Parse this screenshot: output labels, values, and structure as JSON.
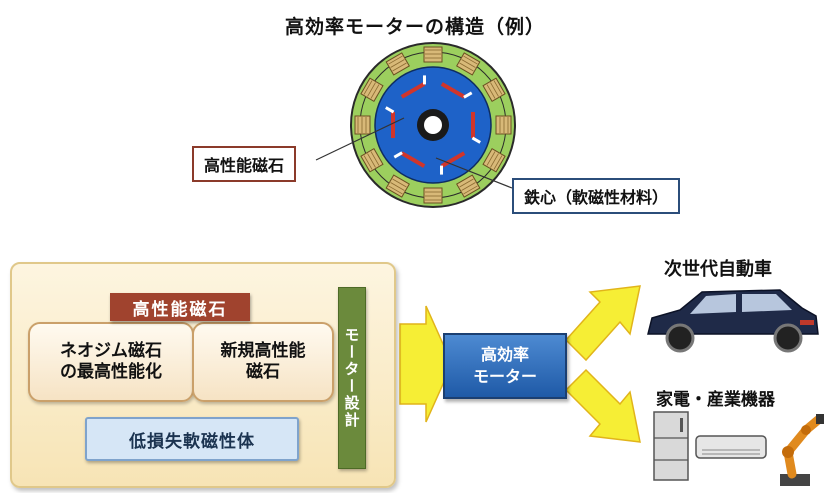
{
  "diagram": {
    "title": "高効率モーターの構造（例）",
    "callouts": {
      "magnet": "高性能磁石",
      "core": "鉄心（軟磁性材料）"
    },
    "panel": {
      "header": "高性能磁石",
      "left_box": "ネオジム磁石\nの最高性能化",
      "right_box": "新規高性能\n磁石",
      "bottom_box": "低損失軟磁性体",
      "vertical_label": "モーター設計"
    },
    "center_box": "高効率\nモーター",
    "outputs": {
      "car": "次世代自動車",
      "appliances": "家電・産業機器"
    },
    "colors": {
      "stator_green": "#9ccf5e",
      "rotor_blue": "#1e62c8",
      "magnet_red": "#d0352b",
      "arrow_yellow": "#f6ee35",
      "header_brown": "#a0432e",
      "motor_blue": "#2566b8"
    }
  }
}
